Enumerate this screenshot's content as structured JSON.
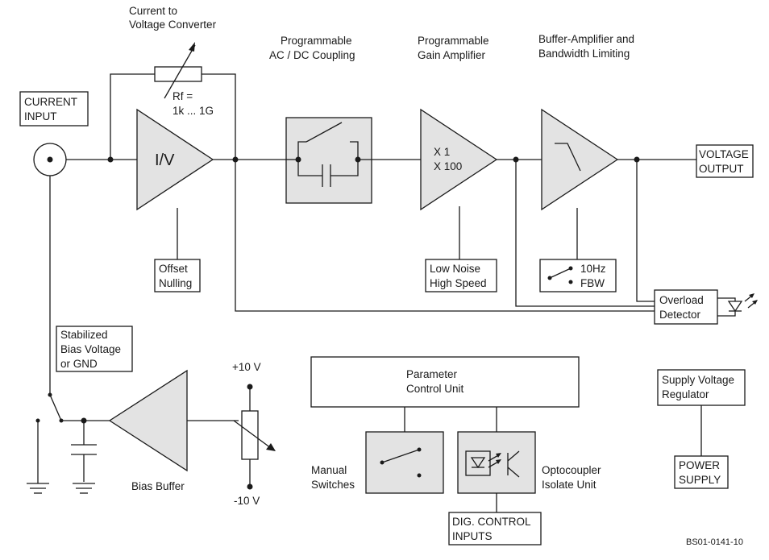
{
  "labels": {
    "current_input": [
      "CURRENT",
      "INPUT"
    ],
    "iv_title": [
      "Current to",
      "Voltage Converter"
    ],
    "coupling_title": [
      "Programmable",
      "AC / DC Coupling"
    ],
    "gain_title": [
      "Programmable",
      "Gain Amplifier"
    ],
    "buffer_title": [
      "Buffer-Amplifier and",
      "Bandwidth Limiting"
    ],
    "rf": [
      "Rf =",
      "1k ... 1G"
    ],
    "iv": "I/V",
    "gain_values": [
      "X 1",
      "X 100"
    ],
    "voltage_output": [
      "VOLTAGE",
      "OUTPUT"
    ],
    "offset": [
      "Offset",
      "Nulling"
    ],
    "low_noise": [
      "Low Noise",
      "High Speed"
    ],
    "bandwidth": [
      "10Hz",
      "FBW"
    ],
    "overload": [
      "Overload",
      "Detector"
    ],
    "bias_voltage": [
      "Stabilized",
      "Bias Voltage",
      "or GND"
    ],
    "bias_buffer": "Bias Buffer",
    "plus10": "+10 V",
    "minus10": "-10 V",
    "param_unit": [
      "Parameter",
      "Control Unit"
    ],
    "manual_switches": [
      "Manual",
      "Switches"
    ],
    "optocoupler": [
      "Optocoupler",
      "Isolate Unit"
    ],
    "dig_control": [
      "DIG. CONTROL",
      "INPUTS"
    ],
    "supply_reg": [
      "Supply Voltage",
      "Regulator"
    ],
    "power_supply": [
      "POWER",
      "SUPPLY"
    ],
    "doc_id": "BS01-0141-10"
  }
}
